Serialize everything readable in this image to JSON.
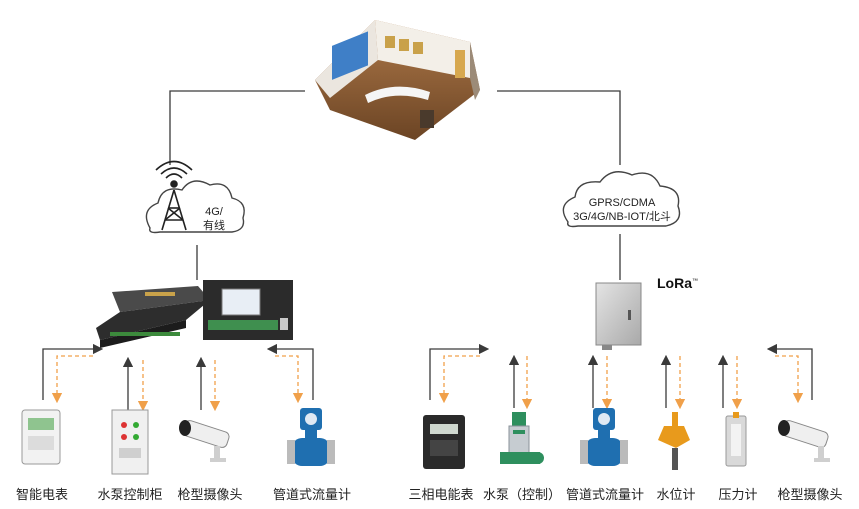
{
  "left_network": {
    "cloud_text": [
      "4G/",
      "有线"
    ],
    "devices": [
      {
        "label": "智能电表",
        "icon": "smart-meter-icon"
      },
      {
        "label": "水泵控制柜",
        "icon": "pump-control-cabinet-icon"
      },
      {
        "label": "枪型摄像头",
        "icon": "bullet-camera-icon"
      },
      {
        "label": "管道式流量计",
        "icon": "pipe-flowmeter-icon"
      }
    ]
  },
  "right_network": {
    "cloud_text": [
      "GPRS/CDMA",
      "3G/4G/NB-IOT/北斗"
    ],
    "lora_logo": "LoRa",
    "devices": [
      {
        "label": "三相电能表",
        "icon": "three-phase-meter-icon"
      },
      {
        "label": "水泵（控制）",
        "icon": "water-pump-icon"
      },
      {
        "label": "管道式流量计",
        "icon": "pipe-flowmeter-icon"
      },
      {
        "label": "水位计",
        "icon": "water-level-gauge-icon"
      },
      {
        "label": "压力计",
        "icon": "pressure-gauge-icon"
      },
      {
        "label": "枪型摄像头",
        "icon": "bullet-camera-icon"
      }
    ]
  },
  "colors": {
    "line": "#3a3a3a",
    "dashed_arrow": "#f0a04a",
    "flowmeter_blue": "#1f6fb0",
    "cabinet_green": "#3f8f4f"
  }
}
